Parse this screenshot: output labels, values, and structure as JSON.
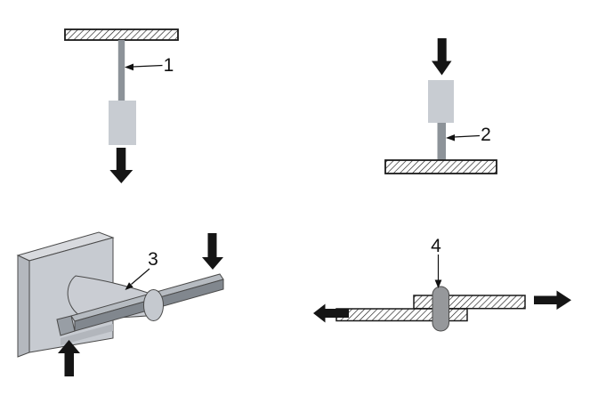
{
  "diagram": {
    "callouts": {
      "c1": "1",
      "c2": "2",
      "c3": "3",
      "c4": "4"
    }
  },
  "colors": {
    "background": "#ffffff",
    "ink": "#151515",
    "outline": "#4a4a4a",
    "hatch_fill": "#ffffff",
    "hatch_line": "#1a1a1a",
    "rod": "#8d9399",
    "block": "#c8ccd2",
    "wall_front": "#c7cbd1",
    "wall_top": "#d8dade",
    "wall_side": "#b4b8be",
    "bar_top": "#b6bbc1",
    "bar_front": "#81878e",
    "bar_end": "#989ea5",
    "pin_body": "#cacdd3",
    "pin_cap": "#c5c9cf",
    "rivet": "#96989b",
    "shadow": "#b2b6bc"
  }
}
